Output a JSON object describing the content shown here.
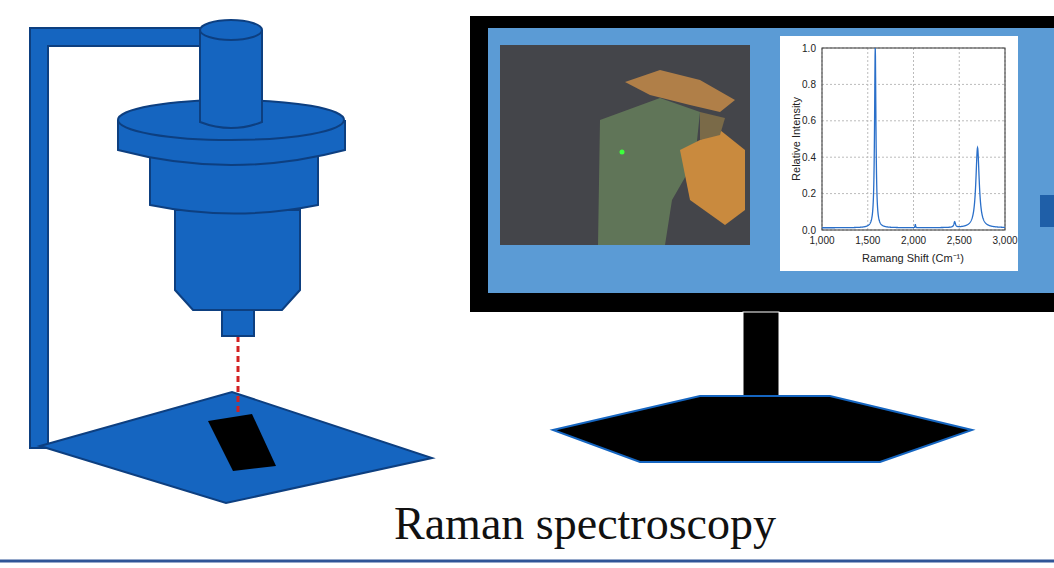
{
  "diagram": {
    "title": "Raman spectroscopy",
    "labels": [
      "1,000",
      "1,500",
      "2,000",
      "2,500",
      "3,000",
      "0.0",
      "0.2",
      "0.4",
      "0.6",
      "0.8",
      "1.0",
      "Relative Intensity",
      "Ramang Shift (Cm⁻¹)"
    ]
  }
}
